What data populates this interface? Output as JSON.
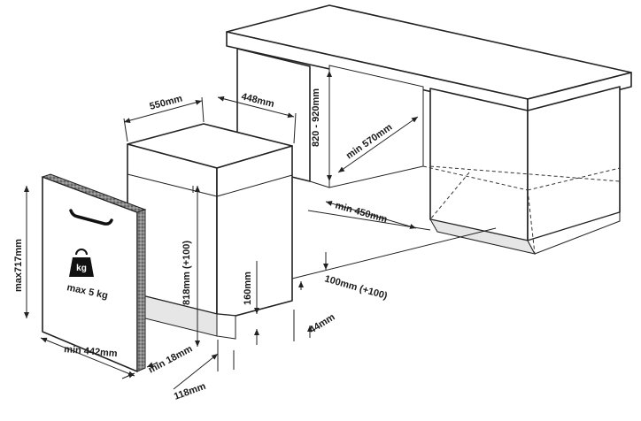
{
  "labels": {
    "machine_depth": "550mm",
    "machine_width": "448mm",
    "niche_height": "820 - 920mm",
    "niche_depth": "min 570mm",
    "niche_width": "min 450mm",
    "machine_height": "818mm (+100)",
    "plinth_height": "160mm",
    "foot_adjust": "100mm (+100)",
    "toe_kick": "44mm",
    "panel_height": "max717mm",
    "panel_weight": "max 5 kg",
    "panel_width": "min 442mm",
    "panel_thickness": "min 18mm",
    "bottom_offset": "118mm",
    "weight_symbol": "kg"
  },
  "colors": {
    "line": "#222222",
    "shade": "#e6e6e6",
    "panel_edge": "#6d6d6d",
    "background": "#ffffff"
  },
  "icons": [
    "weight-icon",
    "door-handle-icon"
  ]
}
